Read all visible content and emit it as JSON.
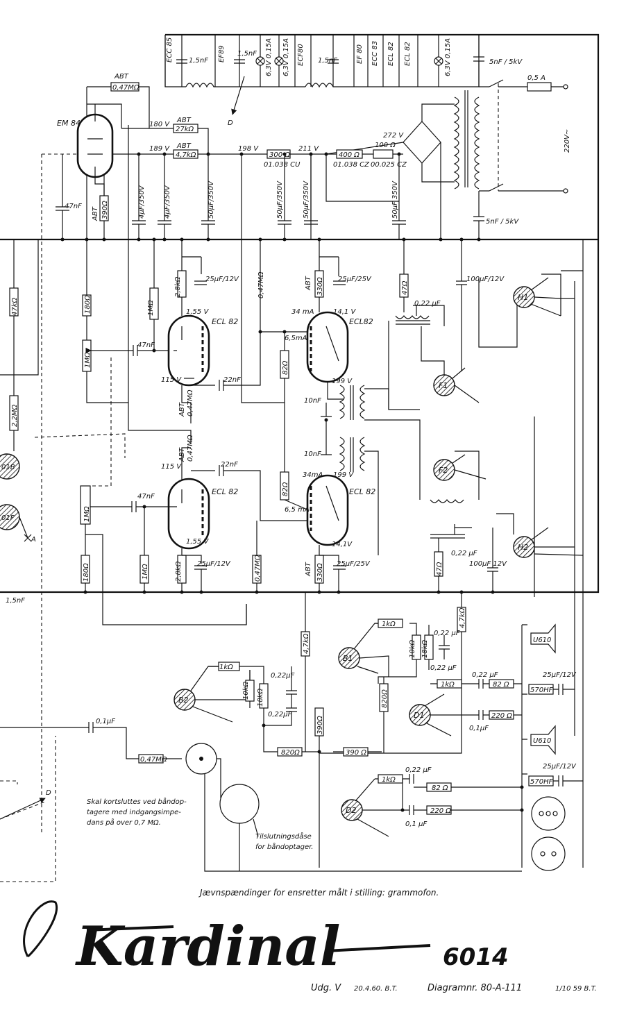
{
  "drawing": {
    "model_name": "Kardinal",
    "model_number": "6014",
    "note_voltages": "Jævnspændinger for ensretter målt i stilling: grammofon.",
    "footer_revision": "Udg. V",
    "footer_date": "20.4.60. B.T.",
    "footer_diagram": "Diagramnr. 80-A-111",
    "footer_drawn": "1/10 59 B.T.",
    "note_tape_1": "Skal kortsluttes ved båndop-",
    "note_tape_2": "tagere med indgangsimpe-",
    "note_tape_3": "dans på over 0,7 MΩ.",
    "note_socket_1": "Tilslutningsdåse",
    "note_socket_2": "for båndoptager."
  },
  "tubes": {
    "em84": "EM 84",
    "ecl82_a": "ECL 82",
    "ecl82_b": "ECL82",
    "ecl82_c": "ECL 82",
    "ecl82_d": "ECL 82"
  },
  "heaters": [
    "ECC 85",
    "EF89",
    "ECF80",
    "EF 80",
    "ECC 83",
    "ECL 82",
    "ECL 82"
  ],
  "heater_caps": [
    "1,5nF",
    "1,5nF",
    "1,5nF"
  ],
  "pilot_lamps": [
    "6,3V 0,15A",
    "6,3V 0,15A",
    "6,3V 0,15A"
  ],
  "power": {
    "mains": "220V~",
    "fuse": "0,5 A",
    "cap_top": "5nF / 5kV",
    "cap_bottom": "5nF / 5kV",
    "v_272": "272 V",
    "v_211": "211 V",
    "v_198": "198 V",
    "v_189": "189 V",
    "v_180": "180 V",
    "abt": "ABT",
    "r_027m": "0,47MΩ",
    "r_27k": "27kΩ",
    "r_47k": "4,7kΩ",
    "r_300": "300 Ω",
    "r_300_code": "01.038 CU",
    "r_400": "400 Ω",
    "r_400_code": "01.038 CZ",
    "r_100": "100 Ω",
    "r_100_code": "00.025 CZ",
    "c_47n": "47nF",
    "r_390": "390Ω",
    "c_4u_a": "4µF/350V",
    "c_4u_b": "4µF/350V",
    "c_50u_a": "50µF/350V",
    "c_50u_b": "50µF/350V",
    "c_50u_c": "50µF/350V",
    "c_50u_d": "50µF 350V",
    "d_label": "D"
  },
  "amp": {
    "r_2_8k_a": "2,8kΩ",
    "c_25u_12_a": "25µF/12V",
    "r_1m_a": "1MΩ",
    "v_155_a": "1,55 V",
    "v_115_a": "115 V",
    "c_22n_a": "22nF",
    "c_47n_a": "47nF",
    "r_1m_pot_a": "1MΩ",
    "r_180_a": "180Ω",
    "r_047_a": "0,47MΩ",
    "r_047_b": "0,47MΩ",
    "r_330_a": "330Ω",
    "c_25u_25_a": "25µF/25V",
    "ma_34_a": "34 mA",
    "v_141_a": "14,1 V",
    "ma_65_a": "6,5mA",
    "r_82_a": "82Ω",
    "v_199_a": "199 V",
    "c_10n_a": "10nF",
    "r_47_a": "47Ω",
    "c_022_a": "0,22 µF",
    "c_100u_a": "100µF/12V",
    "v_115_b": "115 V",
    "c_22n_b": "22nF",
    "c_47n_b": "47nF",
    "r_1m_pot_b": "1MΩ",
    "v_155_b": "1,55 V",
    "r_2_8k_b": "2,8kΩ",
    "c_25u_12_b": "25µF/12V",
    "r_1m_b": "1MΩ",
    "r_180_b": "180Ω",
    "r_047_c": "0,47MΩ",
    "c_10n_b": "10nF",
    "ma_34_b": "34mA",
    "v_199_b": "199 V",
    "r_82_b": "82Ω",
    "ma_65_b": "6,5 mA",
    "v_141_b": "14,1V",
    "r_330_b": "330Ω",
    "c_25u_25_b": "25µF/25V",
    "c_022_b": "0,22 µF",
    "r_47_b": "47Ω",
    "c_100u_b": "100µF 12V",
    "abt": "ABT",
    "c_15n_left": "1,5nF",
    "r_47k_left": "47kΩ",
    "r_22m_left": "2,2MΩ",
    "label_01b": "01B",
    "label_01f": "01F",
    "label_a": "A"
  },
  "switches": {
    "h1": "H1",
    "f1": "F1",
    "f2": "F2",
    "h2": "H2",
    "b1": "B1",
    "b2": "B2",
    "d1": "D1",
    "d2": "D2"
  },
  "lower": {
    "r_1k_a": "1kΩ",
    "r_10k_a": "10kΩ",
    "r_18k_a": "18kΩ",
    "c_022_c": "0,22 µF",
    "c_022_d": "0,22 µF",
    "r_47k_a": "4,7kΩ",
    "r_1k_b": "1kΩ",
    "r_10k_b": "10kΩ",
    "r_18k_b": "18kΩ",
    "c_022_e": "0,22µF",
    "c_022_f": "0,22µF",
    "r_47k_b": "4,7kΩ",
    "r_820_a": "820Ω",
    "r_1k_c": "1kΩ",
    "c_022_g": "0,22 µF",
    "r_82_c": "82 Ω",
    "c_01_a": "0,1µF",
    "r_220_a": "220 Ω",
    "r_820_b": "820Ω",
    "r_390_a": "390Ω",
    "r_390_b": "390 Ω",
    "c_01_b": "0,1µF",
    "r_047": "0,47MΩ",
    "r_1k_d": "1kΩ",
    "c_022_h": "0,22 µF",
    "r_82_d": "82 Ω",
    "c_01_c": "0,1 µF",
    "r_220_b": "220 Ω",
    "spk_1": "U610",
    "spk_2": "U610",
    "hf_1": "570HF",
    "hf_2": "570HF",
    "c_25u_spk_1": "25µF/12V",
    "c_25u_spk_2": "25µF/12V",
    "d_label": "D"
  }
}
